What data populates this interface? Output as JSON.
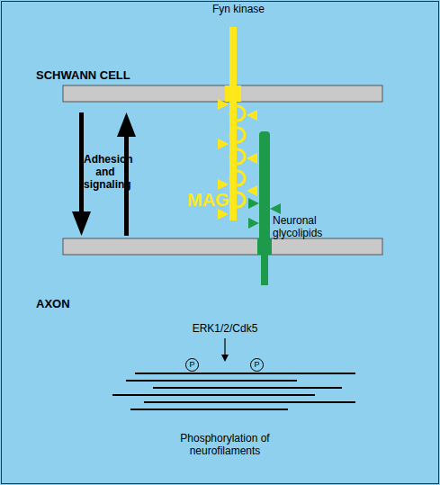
{
  "diagram": {
    "nodes": [
      {
        "text": [
          "P"
        ]
      },
      {
        "text": [
          "P"
        ]
      }
    ],
    "labels": [
      "Fyn kinase",
      "SCHWANN CELL",
      "Adhesion and signaling",
      "MAG",
      "Neuronal glycolipids",
      "AXON",
      "ERK1/2/Cdk5",
      "Phosphorylation of neurofilaments"
    ]
  }
}
